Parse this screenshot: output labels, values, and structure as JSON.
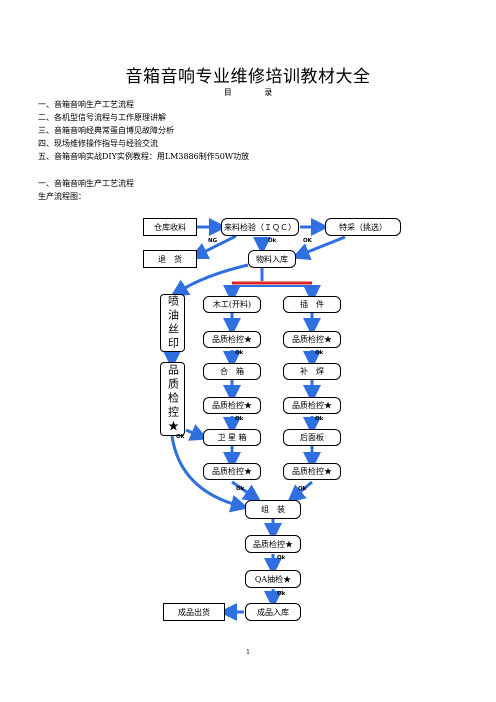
{
  "doc_title": "音箱音响专业维修培训教材大全",
  "toc_heading": "目 录",
  "toc": [
    "一、音箱音响生产工艺流程",
    "二、各机型信号流程与工作原理讲解",
    "三、音箱音响经典常蛋自博见故障分析",
    "四、现场维修操作指导与经验交流",
    "五、音箱音响实战DIY实例教程：用LM3886制作50W功放"
  ],
  "section_heading": "一、音箱音响生产工艺流程",
  "section_sub": "生产流程图：",
  "flow": {
    "warehouse": "仓库收料",
    "incoming": "来料检验（ＩＱＣ）",
    "special": "特采（挑选）",
    "return": "退　货",
    "storage": "物料入库",
    "paint": "喷油丝印",
    "qc_left": "品质检控★",
    "wood": "木工(开料)",
    "plugin": "插　件",
    "qc": "品质检控★",
    "box": "合　箱",
    "repair": "补　焊",
    "speaker": "卫 星 箱",
    "panel": "后面板",
    "assembly": "组　装",
    "qa": "QA抽检★",
    "product_out": "成品出货",
    "product_in": "成品入库",
    "ng": "NG",
    "ok": "Ok",
    "ok_upper": "OK"
  },
  "page_number": "1",
  "colors": {
    "arrow": "#2f6fe0",
    "accent_bar": "#e02424",
    "ink": "#000000"
  }
}
